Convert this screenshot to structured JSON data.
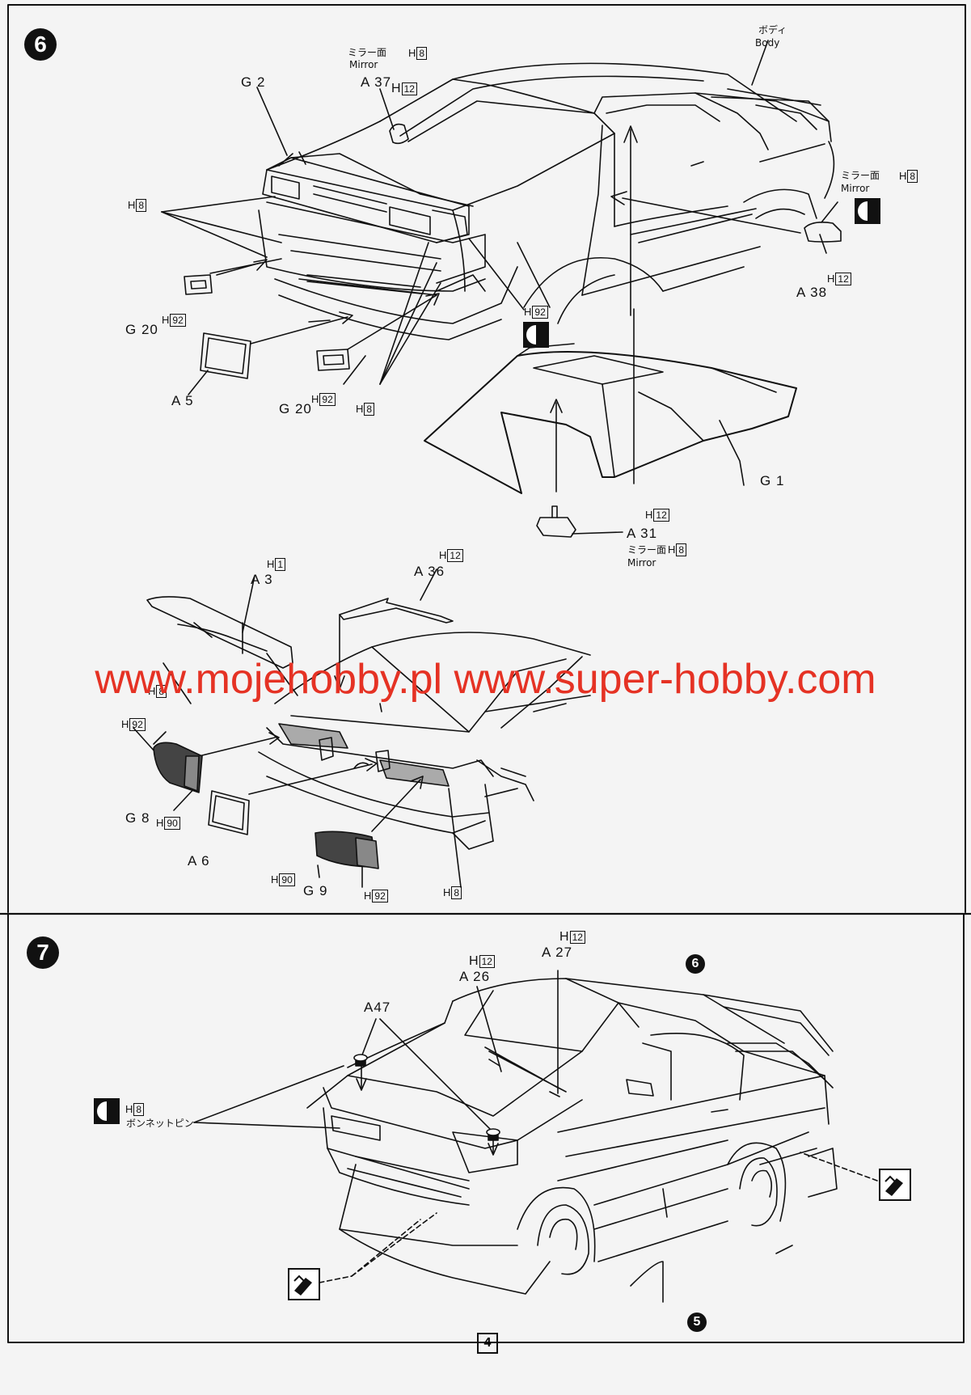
{
  "steps": {
    "step6": "6",
    "step7": "7",
    "ref_step6": "6",
    "ref_step5": "5"
  },
  "page_number": "4",
  "watermark": "www.mojehobby.pl www.super-hobby.com",
  "step6_labels": {
    "body_jp": "ボディ",
    "body_en": "Body",
    "mirror_face_jp": "ミラー面",
    "mirror_en": "Mirror",
    "G2": "G 2",
    "A37": "A 37",
    "A38": "A 38",
    "G20a": "G 20",
    "G20b": "G 20",
    "A5": "A 5",
    "G1": "G 1",
    "A31": "A 31",
    "A3": "A 3",
    "A36": "A 36",
    "G8": "G 8",
    "A6": "A 6",
    "G9": "G 9"
  },
  "step7_labels": {
    "A47": "A47",
    "A26": "A 26",
    "A27": "A 27",
    "bonnet_pin_jp": "ボンネットピン"
  },
  "paint_codes": {
    "H8": "8",
    "H12": "12",
    "H92": "92",
    "H1": "1",
    "H90": "90",
    "prefix": "H"
  },
  "icons": {
    "mirror_decal_icon": "half-circle-mirror-icon",
    "pin_icon": "bonnet-pin-icon",
    "glue_icon": "cement-tube-icon"
  },
  "colors": {
    "ink": "#111111",
    "paper": "#f4f4f4",
    "watermark": "#e53224"
  }
}
